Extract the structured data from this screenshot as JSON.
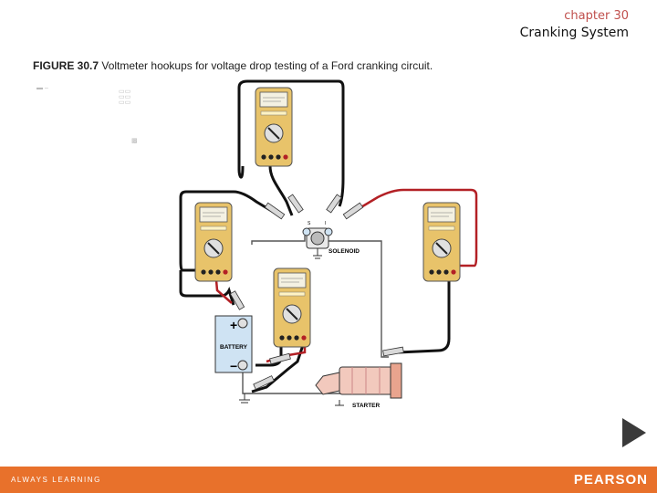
{
  "header": {
    "chapter": "chapter 30",
    "title": "Cranking System"
  },
  "caption": {
    "label": "FIGURE 30.7",
    "text": " Voltmeter hookups for voltage drop testing of a Ford cranking circuit."
  },
  "diagram": {
    "solenoid_label": "SOLENOID",
    "battery_label": "BATTERY",
    "starter_label": "STARTER",
    "plus_sign": "+",
    "minus_sign": "−",
    "terminal_s": "S",
    "terminal_i": "I"
  },
  "footer": {
    "tagline": "ALWAYS LEARNING",
    "brand": "PEARSON"
  },
  "colors": {
    "accent": "#e8712b",
    "meter_body": "#e8c36a",
    "battery": "#cfe3f3",
    "red_lead": "#b32025"
  },
  "icons": {
    "next": "play-triangle-icon"
  }
}
